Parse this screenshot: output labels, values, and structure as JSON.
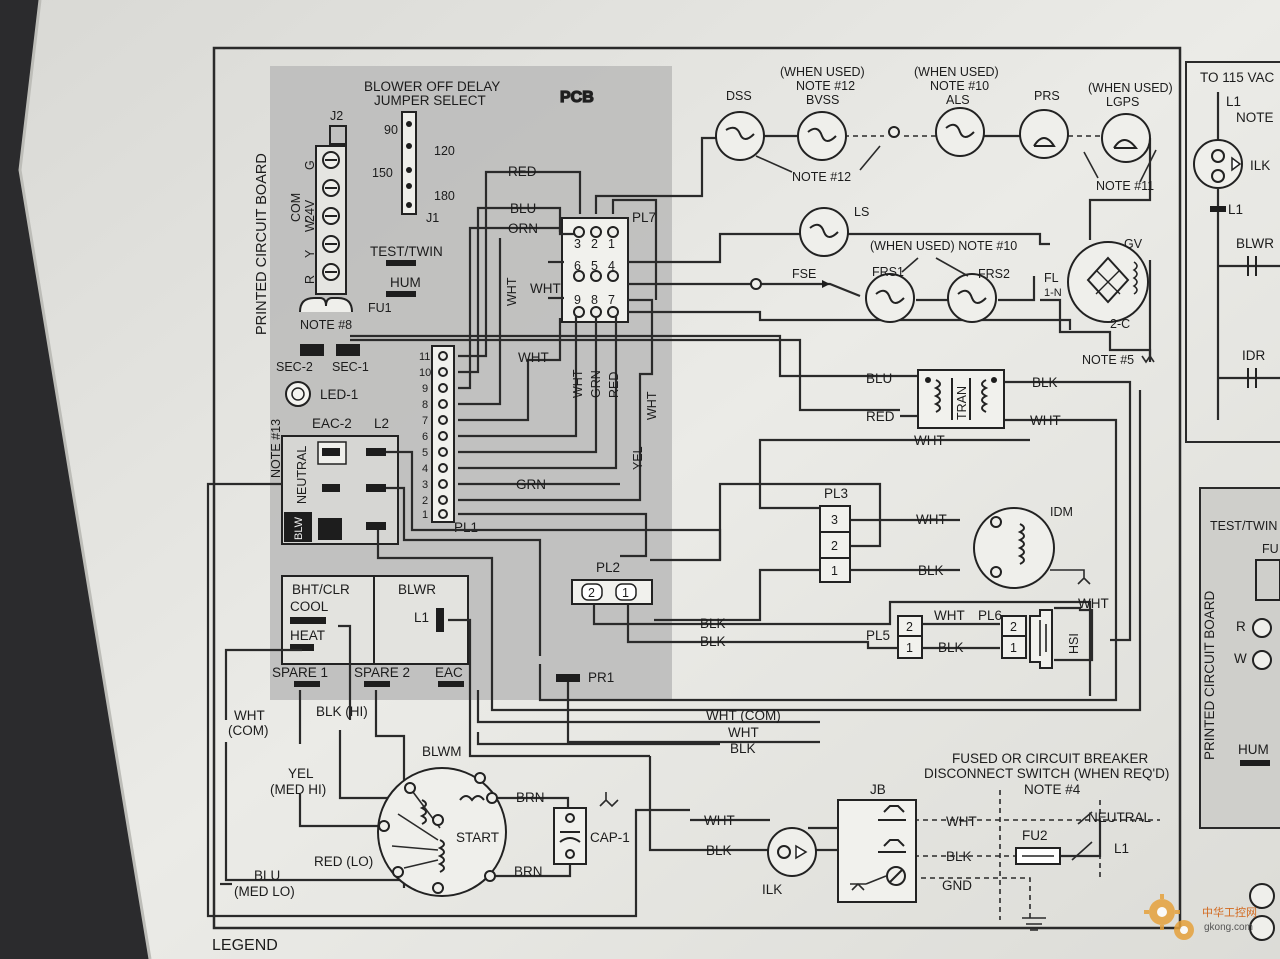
{
  "pcb": {
    "title": "PCB",
    "side_label": "PRINTED CIRCUIT BOARD",
    "blower_delay": {
      "line1": "BLOWER OFF DELAY",
      "line2": "JUMPER SELECT"
    },
    "j2": "J2",
    "j1": "J1",
    "delays": [
      "90",
      "120",
      "150",
      "180"
    ],
    "terminals": [
      "G",
      "COM",
      "24V",
      "W",
      "Y",
      "R"
    ],
    "test_twin": "TEST/TWIN",
    "hum": "HUM",
    "fu1": "FU1",
    "note8": "NOTE #8",
    "sec2": "SEC-2",
    "sec1": "SEC-1",
    "led1": "LED-1",
    "note13": "NOTE #13",
    "eac2": "EAC-2",
    "l2": "L2",
    "neutral": "NEUTRAL",
    "blw": "BLW",
    "pl7": "PL7",
    "pl7_pins": [
      "3",
      "2",
      "1",
      "6",
      "5",
      "4",
      "9",
      "8",
      "7"
    ],
    "pl1": "PL1",
    "pl1_pins": [
      "11",
      "10",
      "9",
      "8",
      "7",
      "6",
      "5",
      "4",
      "3",
      "2",
      "1"
    ],
    "relay_bht": "BHT/CLR",
    "relay_cool": "COOL",
    "relay_heat": "HEAT",
    "relay_blwr": "BLWR",
    "relay_l1": "L1",
    "spare1": "SPARE 1",
    "spare2": "SPARE 2",
    "eac": "EAC"
  },
  "wires": {
    "red": "RED",
    "blu": "BLU",
    "orn": "ORN",
    "wht": "WHT",
    "grn": "GRN",
    "yel": "YEL",
    "blk": "BLK",
    "brn": "BRN",
    "wht_com": "WHT (COM)",
    "wht_com2_a": "WHT",
    "wht_com2_b": "(COM)",
    "blk_hi": "BLK (HI)",
    "yel_a": "YEL",
    "yel_b": "(MED HI)",
    "red_lo": "RED (LO)",
    "blu_a": "BLU",
    "blu_b": "(MED LO)",
    "gnd": "GND",
    "neutral": "NEUTRAL",
    "l1": "L1"
  },
  "safety": {
    "dss": "DSS",
    "when_used": "(WHEN USED)",
    "note12": "NOTE #12",
    "bvss": "BVSS",
    "note10": "NOTE #10",
    "als": "ALS",
    "prs": "PRS",
    "lgps": "LGPS",
    "note11": "NOTE #11",
    "ls": "LS",
    "frs_note": "(WHEN USED) NOTE #10",
    "frs1": "FRS1",
    "frs2": "FRS2",
    "fse": "FSE",
    "fl": "FL",
    "fl2": "1-N",
    "gv": "GV",
    "gv2": "2-C",
    "note5": "NOTE #5"
  },
  "components": {
    "tran": "TRAN",
    "pl3": "PL3",
    "pl3_pins": [
      "3",
      "2",
      "1"
    ],
    "idm": "IDM",
    "pl2": "PL2",
    "pl2_pins": [
      "2",
      "1"
    ],
    "pl5": "PL5",
    "pl6": "PL6",
    "hsi": "HSI",
    "pl5_pins": [
      "2",
      "1"
    ],
    "pl6_pins": [
      "2",
      "1"
    ],
    "pr1": "PR1",
    "blwm": "BLWM",
    "start": "START",
    "cap1": "CAP-1",
    "ilk": "ILK",
    "jb": "JB",
    "fu2": "FU2",
    "fused_a": "FUSED OR CIRCUIT BREAKER",
    "fused_b": "DISCONNECT SWITCH (WHEN REQ'D)",
    "note4": "NOTE #4"
  },
  "legend": {
    "title": "LEGEND"
  },
  "right_panel": {
    "title": "TO 115 VAC",
    "l1_top": "L1",
    "note": "NOTE",
    "ilk": "ILK",
    "l1_mid": "L1",
    "blwr": "BLWR",
    "idr": "IDR",
    "test_twin": "TEST/TWIN",
    "fu": "FU",
    "r": "R",
    "w": "W",
    "hum": "HUM",
    "pcb_label": "PRINTED CIRCUIT BOARD"
  },
  "watermark": {
    "name": "中华工控网",
    "site": "gkong.com"
  }
}
